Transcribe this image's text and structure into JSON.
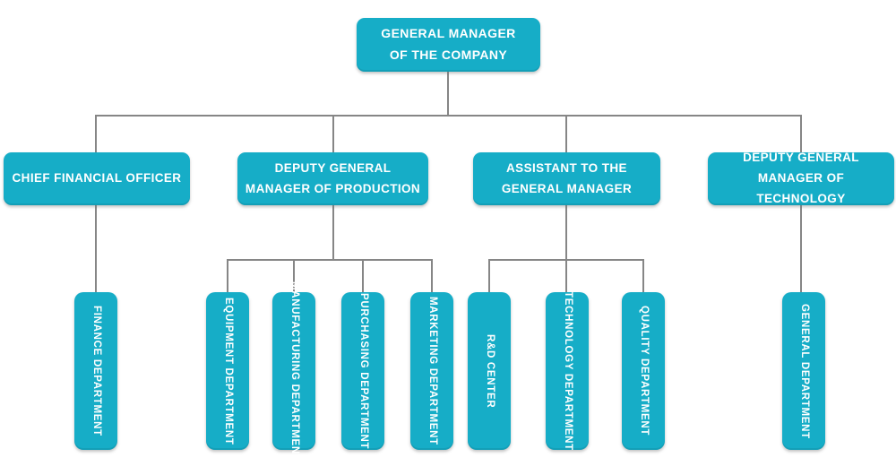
{
  "colors": {
    "node_fill": "#16adc7",
    "connector_line": "#868686",
    "node_text": "#ffffff",
    "background": "#ffffff"
  },
  "nodes": {
    "general_manager": "GENERAL MANAGER\nOF THE COMPANY",
    "cfo": "CHIEF FINANCIAL OFFICER",
    "deputy_production": "DEPUTY GENERAL\nMANAGER OF PRODUCTION",
    "assistant": "ASSISTANT TO THE\nGENERAL MANAGER",
    "deputy_technology": "DEPUTY GENERAL\nMANAGER OF TECHNOLOGY",
    "finance": "FINANCE DEPARTMENT",
    "equipment": "EQUIPMENT DEPARTMENT",
    "manufacturing": "MANUFACTURING DEPARTMENT",
    "purchasing": "PURCHASING DEPARTMENT",
    "marketing": "MARKETING DEPARTMENT",
    "rd_center": "R&D CENTER",
    "technology": "TECHNOLOGY DEPARTMENT",
    "quality": "QUALITY DEPARTMENT",
    "general_department": "GENERAL DEPARTMENT"
  },
  "hierarchy": {
    "root": "general_manager",
    "children": {
      "general_manager": [
        "cfo",
        "deputy_production",
        "assistant",
        "deputy_technology"
      ],
      "cfo": [
        "finance"
      ],
      "deputy_production": [
        "equipment",
        "manufacturing",
        "purchasing",
        "marketing"
      ],
      "assistant": [
        "rd_center",
        "technology",
        "quality"
      ],
      "deputy_technology": [
        "general_department"
      ]
    }
  }
}
